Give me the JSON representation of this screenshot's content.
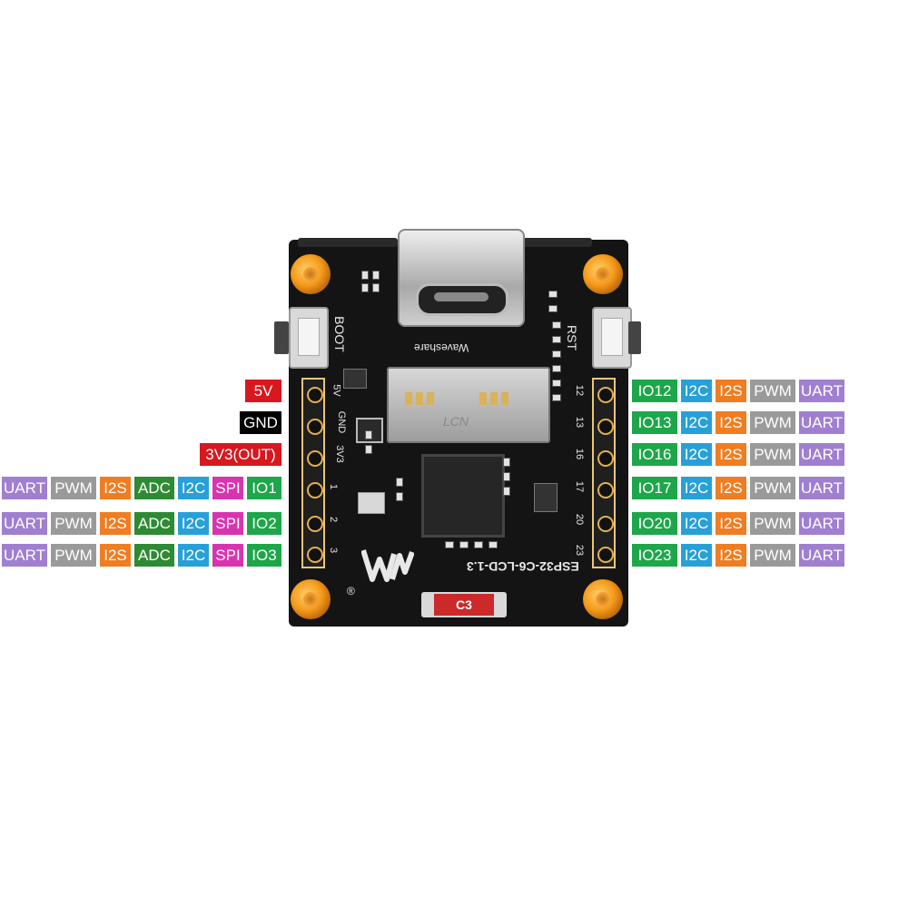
{
  "colors": {
    "power": "#d7181f",
    "gnd": "#000000",
    "gpio": "#1ea64a",
    "i2c": "#27a0d8",
    "i2s": "#ef7d22",
    "pwm": "#9a9a9a",
    "uart": "#a07fd0",
    "adc": "#2e8b34",
    "spi": "#d934b0"
  },
  "left_pins": [
    {
      "labels": [
        "5V"
      ]
    },
    {
      "labels": [
        "GND"
      ]
    },
    {
      "labels": [
        "3V3(OUT)"
      ]
    },
    {
      "labels": [
        "UART",
        "PWM",
        "I2S",
        "ADC",
        "I2C",
        "SPI",
        "IO1"
      ]
    },
    {
      "labels": [
        "UART",
        "PWM",
        "I2S",
        "ADC",
        "I2C",
        "SPI",
        "IO2"
      ]
    },
    {
      "labels": [
        "UART",
        "PWM",
        "I2S",
        "ADC",
        "I2C",
        "SPI",
        "IO3"
      ]
    }
  ],
  "right_pins": [
    {
      "labels": [
        "IO12",
        "I2C",
        "I2S",
        "PWM",
        "UART"
      ]
    },
    {
      "labels": [
        "IO13",
        "I2C",
        "I2S",
        "PWM",
        "UART"
      ]
    },
    {
      "labels": [
        "IO16",
        "I2C",
        "I2S",
        "PWM",
        "UART"
      ]
    },
    {
      "labels": [
        "IO17",
        "I2C",
        "I2S",
        "PWM",
        "UART"
      ]
    },
    {
      "labels": [
        "IO20",
        "I2C",
        "I2S",
        "PWM",
        "UART"
      ]
    },
    {
      "labels": [
        "IO23",
        "I2C",
        "I2S",
        "PWM",
        "UART"
      ]
    }
  ],
  "board": {
    "boot_label": "BOOT",
    "rst_label": "RST",
    "brand": "Waveshare",
    "model": "ESP32-C6-LCD-1.3",
    "chip_label": "C3",
    "sd_mark": "LCN",
    "left_silk": [
      "5V",
      "GND",
      "3V3",
      "1",
      "2",
      "3"
    ],
    "right_silk": [
      "12",
      "13",
      "16",
      "17",
      "20",
      "23"
    ]
  }
}
